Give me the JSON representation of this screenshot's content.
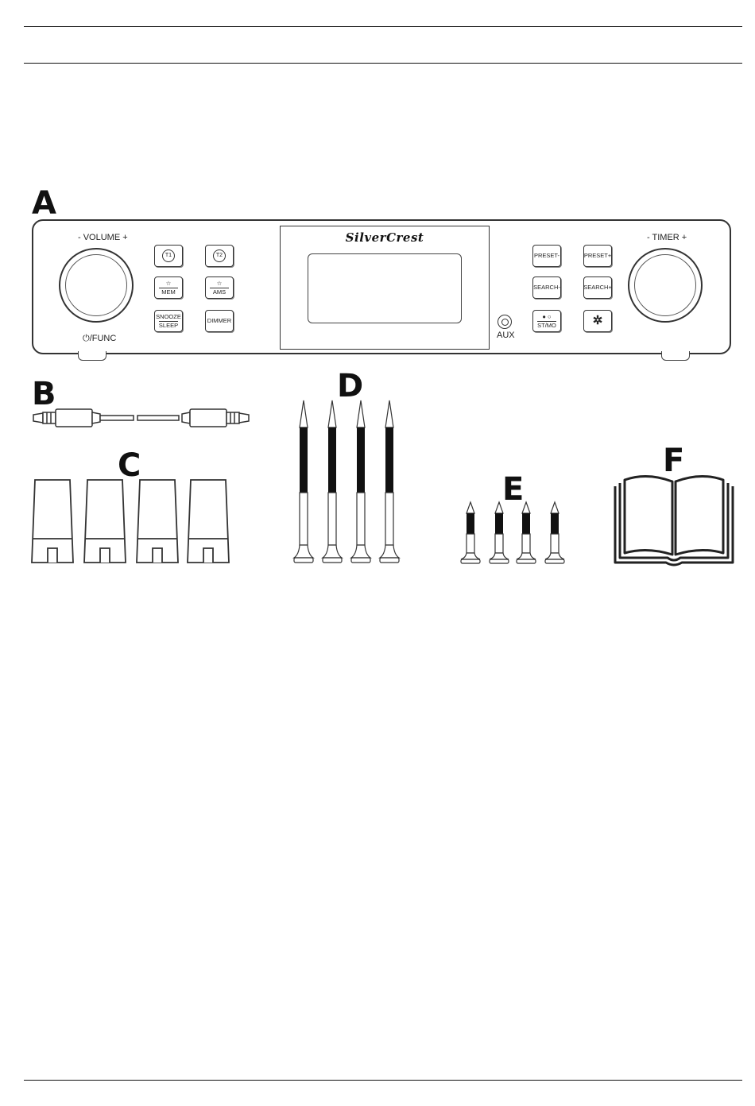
{
  "labels": {
    "a": "A",
    "b": "B",
    "c": "C",
    "d": "D",
    "e": "E",
    "f": "F"
  },
  "radio": {
    "brand": "SilverCrest",
    "volume_label": "- VOLUME +",
    "func_label": "⏻/FUNC",
    "timer_label": "- TIMER +",
    "aux_label": "AUX",
    "buttons": {
      "t1": "T1",
      "t2": "T2",
      "mem": "MEM",
      "ams": "AMS",
      "snooze": "SNOOZE",
      "sleep": "SLEEP",
      "dimmer": "DIMMER",
      "preset_minus": "PRESET-",
      "preset_plus": "PRESET+",
      "search_minus": "SEARCH-",
      "search_plus": "SEARCH+",
      "stmo": "ST/MO"
    }
  },
  "icons": [
    "gear-icon",
    "power-icon",
    "star-icon"
  ]
}
